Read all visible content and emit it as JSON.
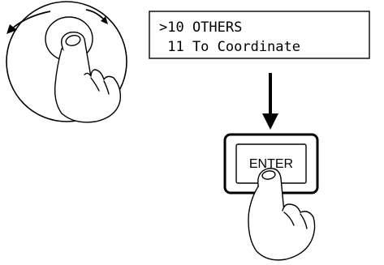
{
  "display": {
    "line1": ">10 OTHERS",
    "line2": " 11 To Coordinate"
  },
  "button": {
    "label": "ENTER"
  },
  "icons": {
    "dial": "rotary-dial-icon",
    "dial_hand": "pointing-hand-icon",
    "rotate_left": "rotate-counterclockwise-arrow-icon",
    "rotate_right": "rotate-clockwise-arrow-icon",
    "flow_arrow": "arrow-down-icon",
    "press_hand": "pressing-hand-icon"
  },
  "colors": {
    "ink": "#000000",
    "background": "#ffffff"
  }
}
